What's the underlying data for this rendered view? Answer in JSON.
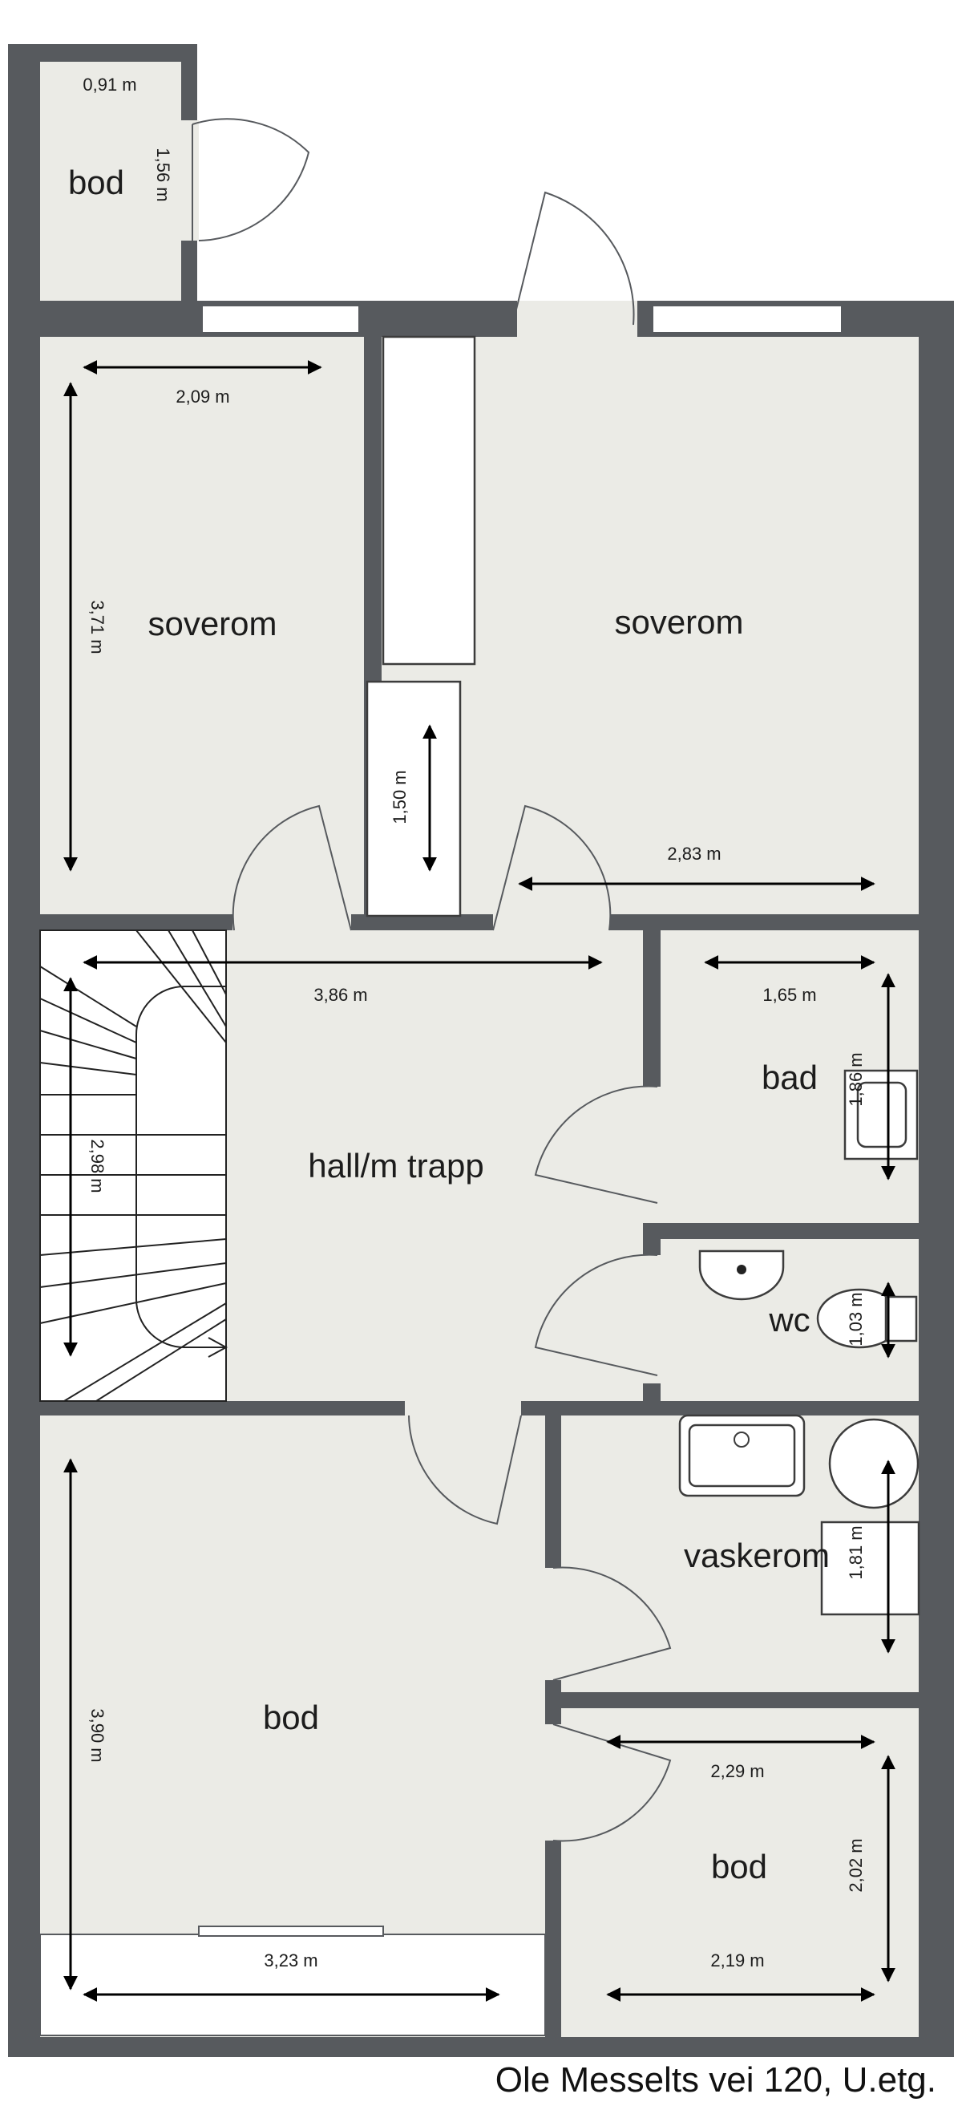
{
  "plan": {
    "caption": "Ole Messelts vei 120, U.etg.",
    "rooms": {
      "bod_top": "bod",
      "soverom_left": "soverom",
      "soverom_right": "soverom",
      "hall": "hall/m trapp",
      "bad": "bad",
      "wc": "wc",
      "vaskerom": "vaskerom",
      "bod_large": "bod",
      "bod_small": "bod"
    },
    "dimensions": {
      "bod_top_w": "0,91 m",
      "bod_top_h": "1,56 m",
      "soverom_left_w": "2,09 m",
      "soverom_left_h": "3,71 m",
      "closet_h": "1,50 m",
      "soverom_right_w": "2,83 m",
      "hall_w": "3,86 m",
      "hall_h": "2,98 m",
      "bad_w": "1,65 m",
      "bad_h": "1,86 m",
      "wc_h": "1,03 m",
      "vaskerom_h": "1,81 m",
      "bod_large_h": "3,90 m",
      "bod_large_w": "3,23 m",
      "bod_small_w_top": "2,29 m",
      "bod_small_h": "2,02 m",
      "bod_small_w_bottom": "2,19 m"
    },
    "colors": {
      "wall": "#575a5e",
      "floor": "#ebebe6"
    }
  }
}
